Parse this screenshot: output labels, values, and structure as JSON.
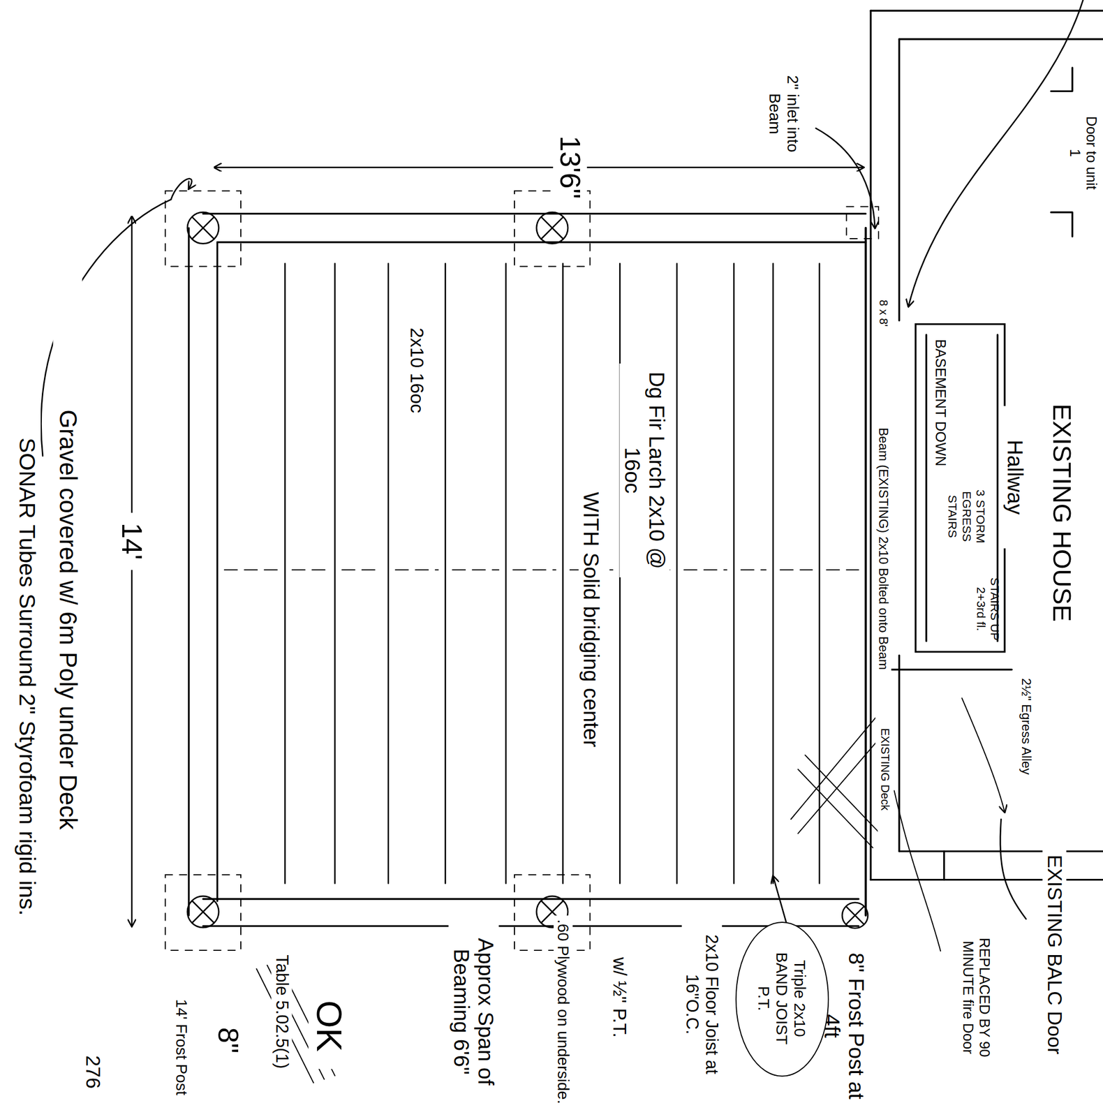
{
  "diagram": {
    "nodes": [
      {
        "text": [
          "BASEMENT DOWN",
          "3 STORM EGRESS STAIRS",
          "STAIRS UP 2+3rd fl."
        ]
      },
      {
        "text": [
          "Triple 2x10 BAND JOIST P.T."
        ]
      }
    ],
    "labels": [
      "Door to unit 1",
      "2\" inlet into Beam",
      "13'6\"",
      "EXISTING HOUSE",
      "Hallway",
      "8 x 8'",
      "Beam (EXISTING) 2x10 Bolted onto Beam",
      "Dg Fir Larch 2x10 @ 16oc",
      "WITH Solid bridging center",
      "2x10 16oc",
      "14'",
      "Gravel covered w/ 6m Poly under Deck",
      "SONAR Tubes Surround 2\" Styrofoam rigid ins.",
      "EXISTING Deck",
      "2½\" Egress Alley",
      "EXISTING BALC Door",
      "REPLACED BY 90 MINUTE fire Door",
      "8\" Frost Post at 4ft",
      "2x10 Floor Joist at 16\"O.C.",
      "w/ ½\" P.T.",
      ".60 Plywood on underside.",
      "Approx Span of Beaming 6'6\"",
      "Table 5.02.5(1)",
      "OK",
      "8\"",
      "14' Frost Post",
      "276"
    ]
  }
}
